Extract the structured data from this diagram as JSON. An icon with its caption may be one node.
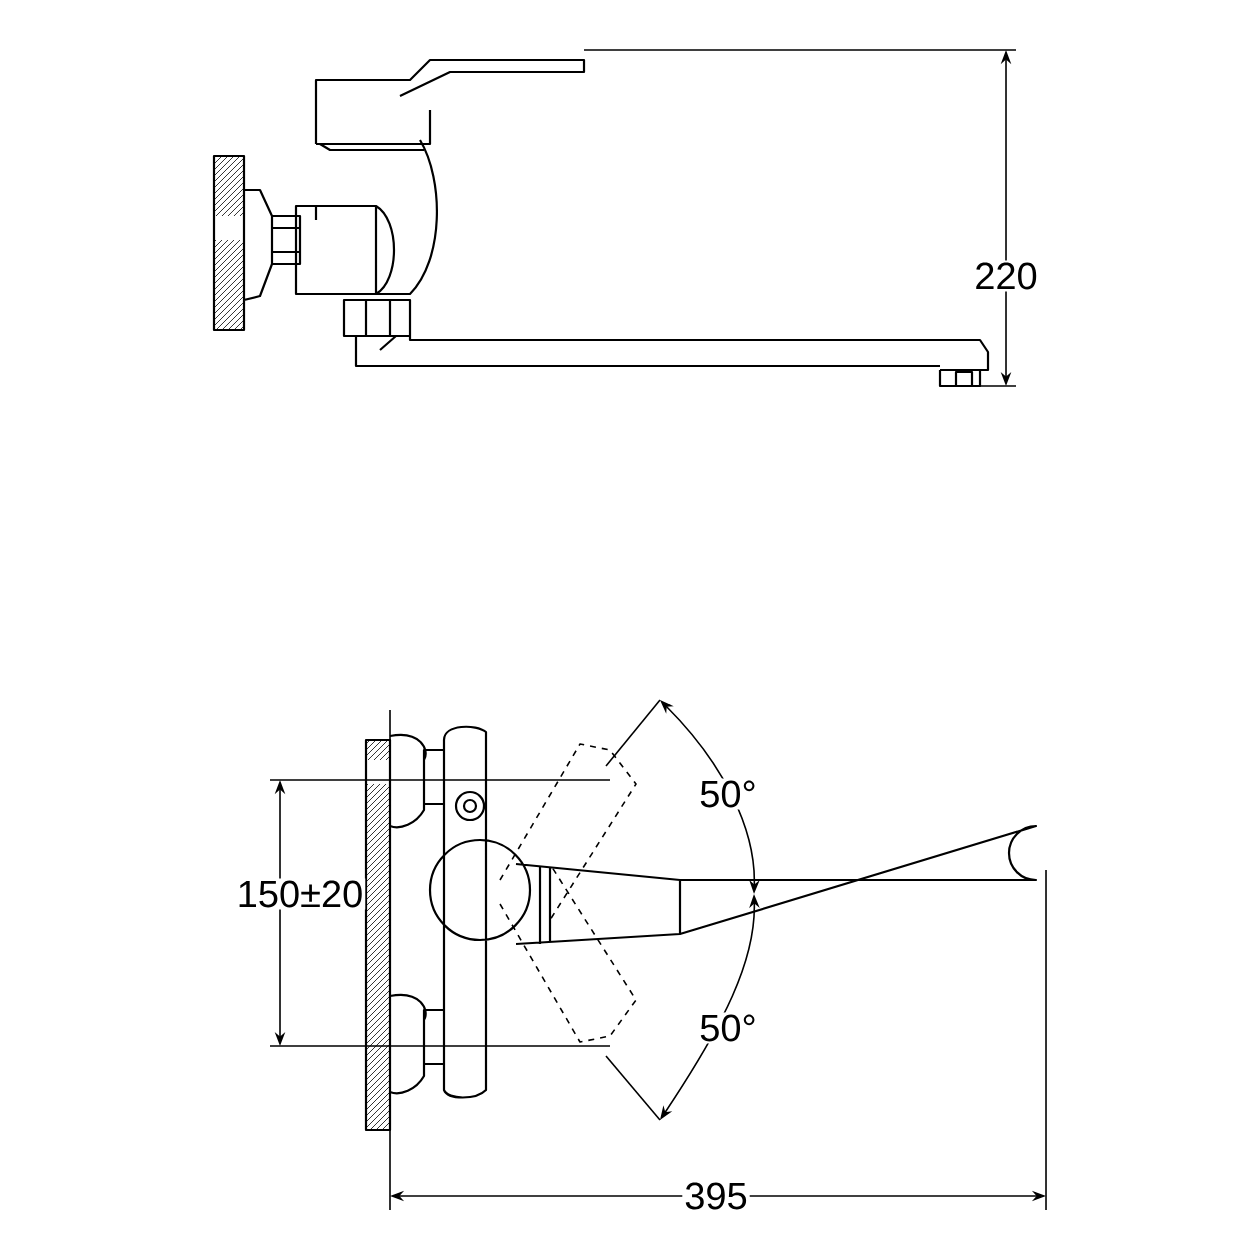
{
  "diagram": {
    "labels": [
      "220",
      "150±20",
      "50°",
      "50°",
      "395"
    ]
  }
}
